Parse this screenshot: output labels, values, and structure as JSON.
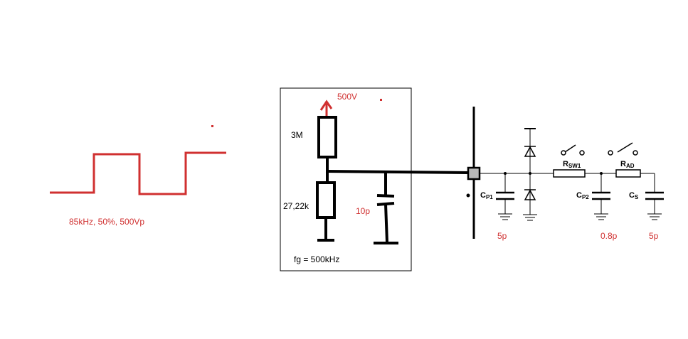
{
  "labels": {
    "waveform_spec": "85kHz, 50%, 500Vp",
    "supply_voltage": "500V",
    "r_top": "3M",
    "r_bottom": "27,22k",
    "c_filter": "10p",
    "cutoff_freq": "fg = 500kHz",
    "cp1_value": "5p",
    "cp2_value": "0.8p",
    "cs_value": "5p"
  },
  "symbols": {
    "cp1": {
      "main": "C",
      "sub": "P1"
    },
    "cp2": {
      "main": "C",
      "sub": "P2"
    },
    "cs": {
      "main": "C",
      "sub": "S"
    },
    "rsw1": {
      "main": "R",
      "sub": "SW1"
    },
    "rad": {
      "main": "R",
      "sub": "AD"
    }
  },
  "colors": {
    "annotation_red": "#d03030",
    "ink_black": "#000000",
    "pin_fill": "#b8b8b8"
  },
  "icons": [
    "square-wave-signal",
    "resistor",
    "capacitor",
    "diode",
    "switch",
    "ground",
    "arrow-up"
  ]
}
